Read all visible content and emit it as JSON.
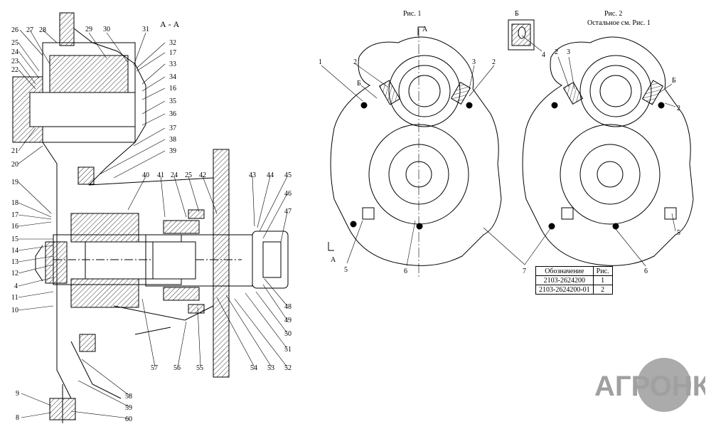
{
  "section_label": "А - А",
  "fig1": {
    "caption": "Рис. 1",
    "cut_mark": "А"
  },
  "view_b": {
    "label": "Б",
    "part": "4"
  },
  "fig2": {
    "caption": "Рис. 2",
    "subcaption": "Остальное см. Рис. 1"
  },
  "left_callouts_left": [
    "26",
    "27",
    "28",
    "25",
    "24",
    "23",
    "22",
    "21",
    "20",
    "19",
    "18",
    "17",
    "16",
    "15",
    "14",
    "13",
    "12",
    "4",
    "11",
    "10",
    "9",
    "8"
  ],
  "left_callouts_top": [
    "29",
    "30",
    "31",
    "32",
    "17",
    "33",
    "34",
    "16",
    "35",
    "36",
    "37",
    "38",
    "39",
    "40",
    "41",
    "24",
    "25",
    "42",
    "43",
    "44",
    "45",
    "46",
    "47"
  ],
  "left_callouts_bottom": [
    "48",
    "49",
    "50",
    "51",
    "52",
    "53",
    "54",
    "55",
    "56",
    "57",
    "58",
    "59",
    "60"
  ],
  "fig1_callouts": [
    "1",
    "2",
    "Б",
    "3",
    "2",
    "А",
    "5",
    "6"
  ],
  "fig2_callouts": [
    "2",
    "3",
    "Б",
    "2",
    "5",
    "6"
  ],
  "shared_callout": "7",
  "table": {
    "header": [
      "Обозначение",
      "Рис."
    ],
    "rows": [
      [
        "2103-2624200",
        "1"
      ],
      [
        "2103-2624200-01",
        "2"
      ]
    ]
  },
  "watermark": "АГРОНКА"
}
